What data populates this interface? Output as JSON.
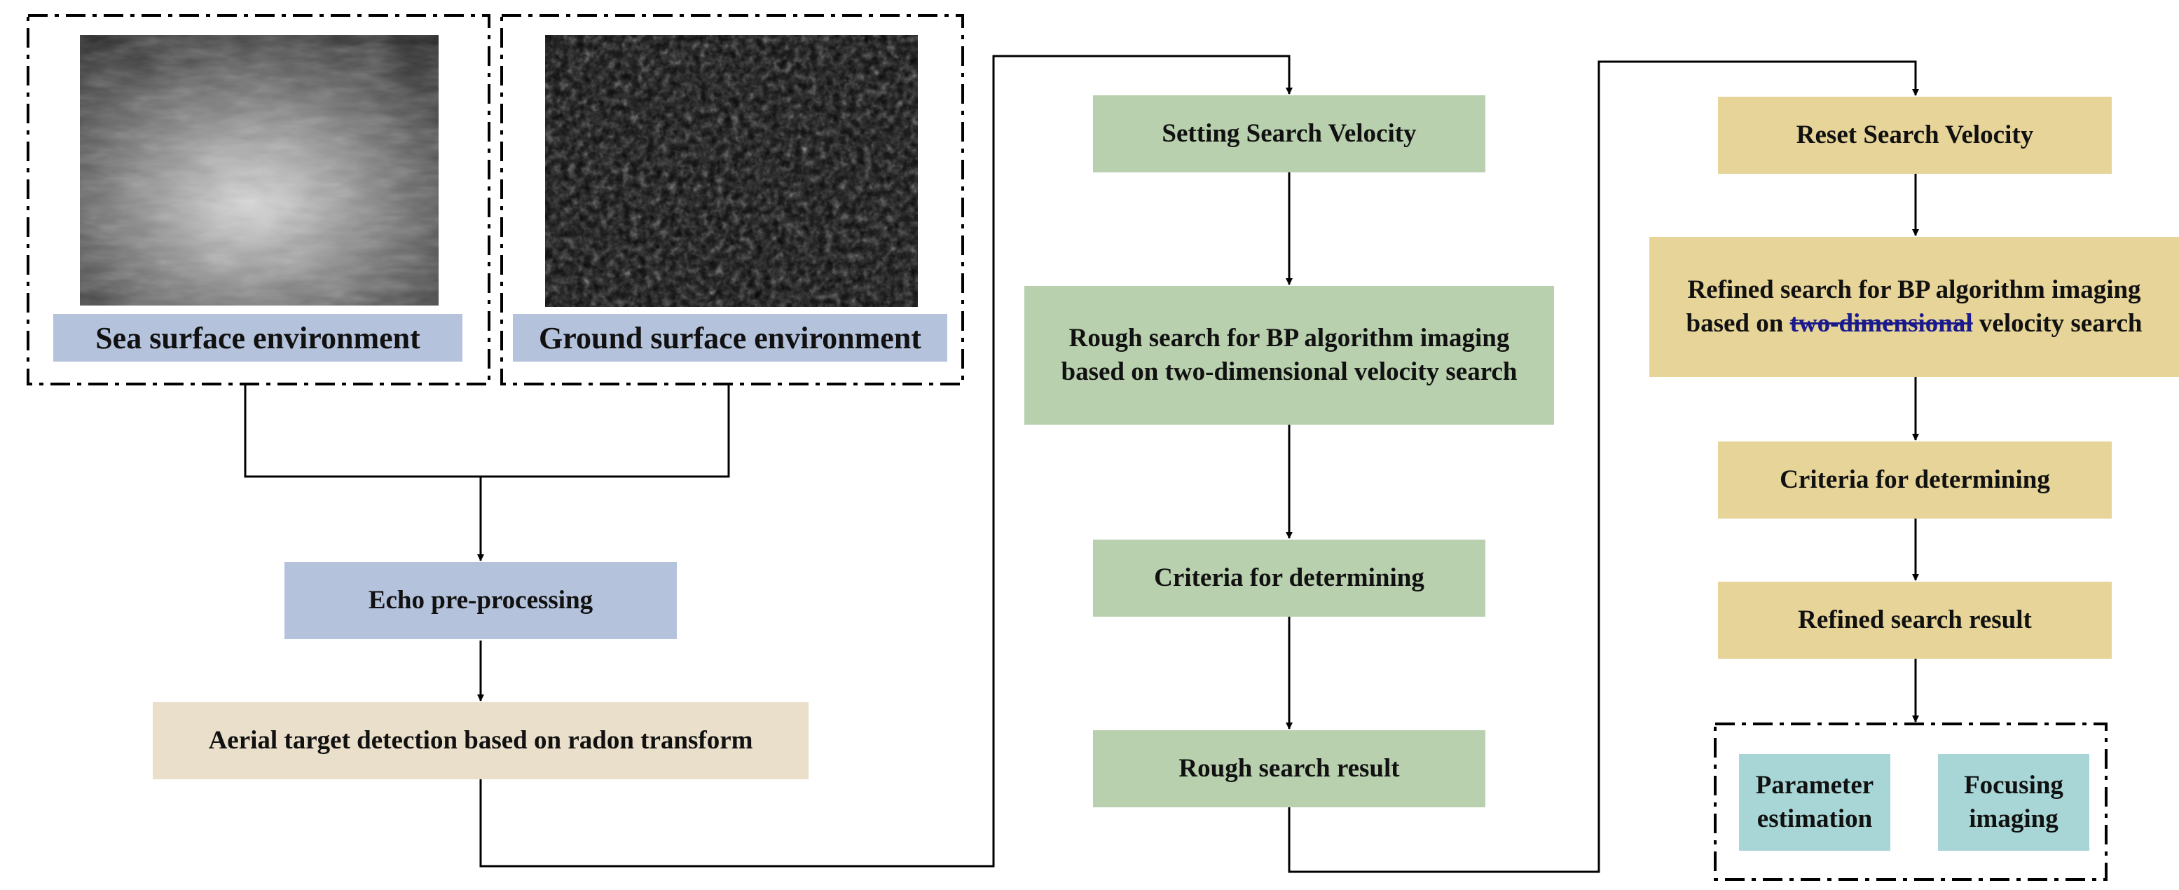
{
  "panels": {
    "sea": {
      "label": "Sea surface environment"
    },
    "ground": {
      "label": "Ground surface environment"
    }
  },
  "left": {
    "echo": "Echo pre-processing",
    "aerial": "Aerial target detection based on radon transform"
  },
  "rough": {
    "setting": "Setting Search Velocity",
    "rough_line1": "Rough search for BP algorithm imaging",
    "rough_line2": "based on two-dimensional velocity search",
    "criteria": "Criteria for determining",
    "result": "Rough search result"
  },
  "refined": {
    "reset": "Reset Search Velocity",
    "refined_line1": "Refined search for BP algorithm imaging",
    "refined_line2_pre": "based on ",
    "refined_line2_strike": "two-dimensional",
    "refined_line2_post": " velocity search",
    "criteria": "Criteria for determining",
    "result": "Refined search result"
  },
  "outputs": {
    "param_line1": "Parameter",
    "param_line2": "estimation",
    "focus_line1": "Focusing",
    "focus_line2": "imaging"
  },
  "colors": {
    "blue": "#b4c2dc",
    "beige": "#eadfca",
    "green": "#b8d0ae",
    "gold": "#e6d498",
    "teal": "#a8d6d6"
  }
}
